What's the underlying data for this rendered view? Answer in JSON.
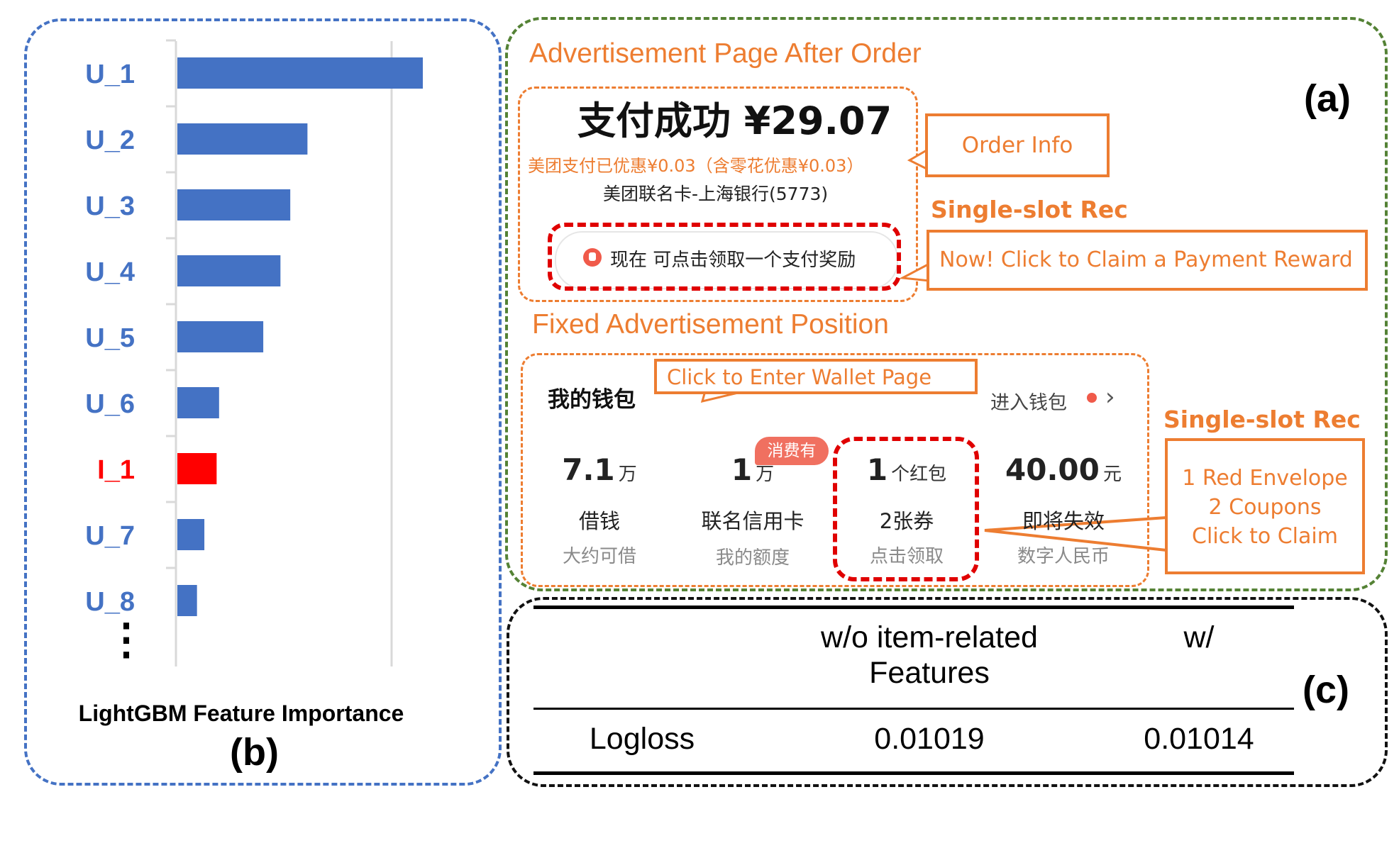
{
  "panel_b": {
    "tag": "(b)",
    "caption": "LightGBM Feature Importance",
    "ellipsis": "⋮",
    "colors": {
      "user": "#4472c4",
      "item": "#ff0000"
    },
    "chart_data": {
      "type": "bar",
      "orientation": "horizontal",
      "categories": [
        "U_1",
        "U_2",
        "U_3",
        "U_4",
        "U_5",
        "U_6",
        "I_1",
        "U_7",
        "U_8"
      ],
      "values": [
        100,
        53,
        46,
        42,
        35,
        17,
        16,
        11,
        8
      ],
      "highlight": [
        "I_1"
      ],
      "title": "LightGBM Feature Importance",
      "grid": true
    }
  },
  "panel_a": {
    "tag": "(a)",
    "title_after_order": "Advertisement Page After Order",
    "pay_success": "支付成功 ¥29.07",
    "discount_line": "美团支付已优惠¥0.03（含零花优惠¥0.03）",
    "card_line": "美团联名卡-上海银行(5773)",
    "reward_text": "现在 可点击领取一个支付奖励",
    "order_info_callout": "Order Info",
    "single_slot_1": "Single-slot Rec",
    "now_callout": "Now!  Click to Claim a Payment Reward",
    "fixed_title": "Fixed Advertisement Position",
    "wallet_title": "我的钱包",
    "wallet_callout": "Click to Enter Wallet Page",
    "enter_wallet": "进入钱包",
    "chevron": "›",
    "badge": "消费有",
    "single_slot_2": "Single-slot Rec",
    "envelope_callout": [
      "1 Red Envelope",
      "2 Coupons",
      "Click to Claim"
    ],
    "wallet_items": [
      {
        "num": "7.1",
        "unit": "万",
        "name": "借钱",
        "sub": "大约可借"
      },
      {
        "num": "1",
        "unit": "万",
        "name": "联名信用卡",
        "sub": "我的额度"
      },
      {
        "num": "1",
        "unit": "个红包",
        "name": "2张券",
        "sub": "点击领取"
      },
      {
        "num": "40.00",
        "unit": "元",
        "name": "即将失效",
        "sub": "数字人民币"
      }
    ]
  },
  "panel_c": {
    "tag": "(c)",
    "headers": [
      "",
      "w/o item-related\nFeatures",
      "w/"
    ],
    "header_col1_line1": "w/o item-related",
    "header_col1_line2": "Features",
    "header_col2": "w/",
    "row_label": "Logloss",
    "values": [
      "0.01019",
      "0.01014"
    ]
  }
}
